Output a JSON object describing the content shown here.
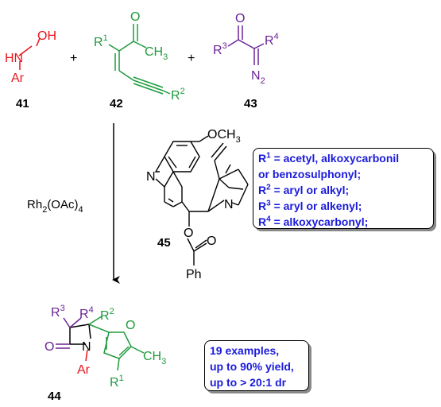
{
  "compounds": {
    "c41": {
      "label": "41",
      "atoms": {
        "hn": "HN",
        "oh": "OH",
        "ar": "Ar"
      }
    },
    "c42": {
      "label": "42",
      "atoms": {
        "r1": "R",
        "r1_sub": "1",
        "o": "O",
        "ch3": "CH",
        "ch3_sub": "3",
        "r2": "R",
        "r2_sub": "2"
      }
    },
    "c43": {
      "label": "43",
      "atoms": {
        "o": "O",
        "r3": "R",
        "r3_sub": "3",
        "r4": "R",
        "r4_sub": "4",
        "n2": "N",
        "n2_sub": "2"
      }
    },
    "c45": {
      "label": "45",
      "atoms": {
        "och3": "OCH",
        "och3_sub": "3",
        "n_quin": "N",
        "n_bridge": "N",
        "o_ester": "O",
        "o_carbonyl": "O",
        "ph": "Ph"
      }
    },
    "c44": {
      "label": "44",
      "atoms": {
        "r3": "R",
        "r3_sub": "3",
        "r4": "R",
        "r4_sub": "4",
        "r2": "R",
        "r2_sub": "2",
        "o_lactam": "O",
        "n": "N",
        "ar": "Ar",
        "o_furan": "O",
        "ch3": "CH",
        "ch3_sub": "3",
        "r1": "R",
        "r1_sub": "1"
      }
    }
  },
  "plus_signs": [
    "+",
    "+"
  ],
  "reagent": {
    "text": "Rh",
    "sub1": "2",
    "mid": "(OAc)",
    "sub2": "4"
  },
  "definitions_box": {
    "lines": [
      {
        "r": "R",
        "sup": "1",
        "text": " = acetyl, alkoxycarbonil"
      },
      {
        "r": "",
        "sup": "",
        "text": "or benzosulphonyl;"
      },
      {
        "r": "R",
        "sup": "2",
        "text": " = aryl or alkyl;"
      },
      {
        "r": "R",
        "sup": "3",
        "text": " = aryl or alkenyl;"
      },
      {
        "r": "R",
        "sup": "4",
        "text": " = alkoxycarbonyl;"
      }
    ]
  },
  "results_box": {
    "lines": [
      "19 examples,",
      "up to 90% yield,",
      "up to > 20:1 dr"
    ]
  },
  "colors": {
    "red": "#e8141c",
    "green": "#1e9a3c",
    "purple": "#6a2496",
    "blue": "#1a1adc",
    "black": "#000000"
  }
}
